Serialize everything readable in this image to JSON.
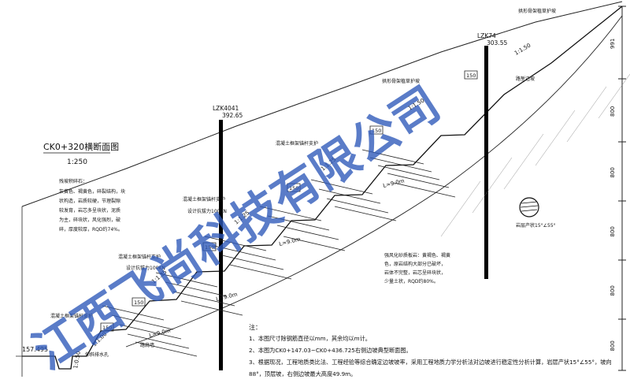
{
  "title": "CK0+320横断面图",
  "scale": "1:250",
  "elevation_left": "157.495",
  "boreholes": [
    {
      "id": "LZK4041",
      "elev": "392.65"
    },
    {
      "id": "LZK74",
      "elev": "303.55"
    }
  ],
  "slope_ratios": [
    "1:1.50",
    "1:1.50",
    "1:1.25",
    "1:1.25",
    "1:1.25",
    "1:1.00",
    "1:0.50"
  ],
  "anchor_lengths": [
    "L=9.0m",
    "L=9.0m",
    "L=9.0m",
    "L=9.0m"
  ],
  "berm_widths": [
    "150",
    "150",
    "150",
    "150",
    "150",
    "150"
  ],
  "callouts": {
    "top_right": "拱形骨架植草护坡",
    "mid_right": "拱形骨架植草护坡",
    "right_small": "路堑边坡",
    "upper_mid": "混凝土框架锚杆支护",
    "mid_left": "混凝土框架锚杆支护",
    "mid_left_sub": "设计抗拔力100KN",
    "lower_left": "混凝土框架锚杆支护",
    "lower_left_sub": "设计抗拔力100KN",
    "bottom_left_a": "混凝土框架锚杆支护",
    "bottom_left_b": "路肩墙",
    "bottom_left_c": "仰斜排水孔",
    "dip_label": "岩层产状15°∠55°"
  },
  "geo_left": {
    "title": "残坡积碎石：",
    "lines": [
      "灰黄色、褐黄色，碎裂结构，块",
      "状构造，岩质较硬，节理裂隙",
      "较发育，岩芯多呈块状，泥质",
      "为主，碎块状，风化强烈，破",
      "碎，厚度较厚，RQD约74%。"
    ]
  },
  "geo_right": {
    "title": "强风化砂质板岩：黄褐色、褐黄",
    "lines": [
      "色，原岩结构大部分已破坏，",
      "岩体不完整，岩芯呈碎块状，",
      "少量土状，RQD约80%。"
    ]
  },
  "notes": {
    "heading": "注：",
    "items": [
      "1、本图尺寸除钢筋直径以mm，其余均以m计。",
      "2、本图为CK0+147.03~CK0+436.725右侧边坡典型断面图。",
      "3、根据现况，工程地质类比法、工程经验等综合确定边坡坡率，采用工程地质力学分析法对边坡进行稳定性分析计算，岩层产状15°∠55°，坡向",
      "88°，顶层坡，右侧边坡最大高度49.9m。"
    ]
  },
  "right_dims": [
    "991",
    "800",
    "800",
    "800",
    "800",
    "800"
  ],
  "watermark": "江西飞尚科技有限公司"
}
